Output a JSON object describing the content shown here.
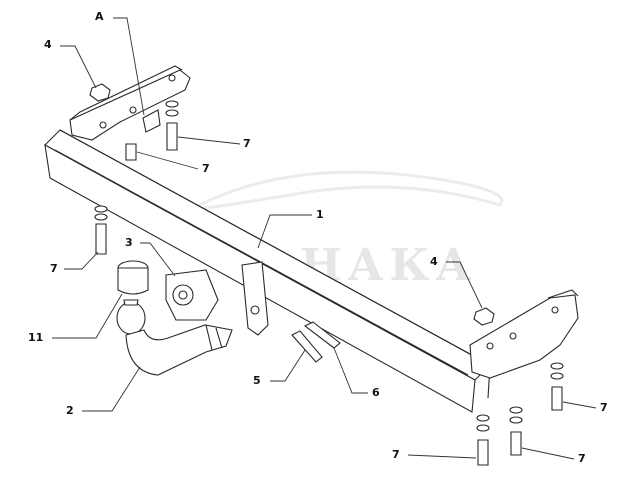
{
  "watermark": {
    "text": "НАКА"
  },
  "callouts": {
    "a": "A",
    "c4_top": "4",
    "c4_right": "4",
    "c1": "1",
    "c3": "3",
    "c11": "11",
    "c2": "2",
    "c5": "5",
    "c6": "6",
    "c7_top_a": "7",
    "c7_top_b": "7",
    "c7_left": "7",
    "c7_right": "7",
    "c7_bottom_a": "7",
    "c7_bottom_b": "7"
  }
}
